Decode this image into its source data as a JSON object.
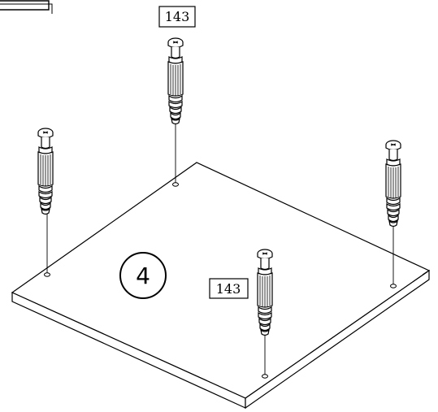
{
  "diagram": {
    "part_label_top": "143",
    "part_label_front": "143",
    "step_number": "4"
  }
}
